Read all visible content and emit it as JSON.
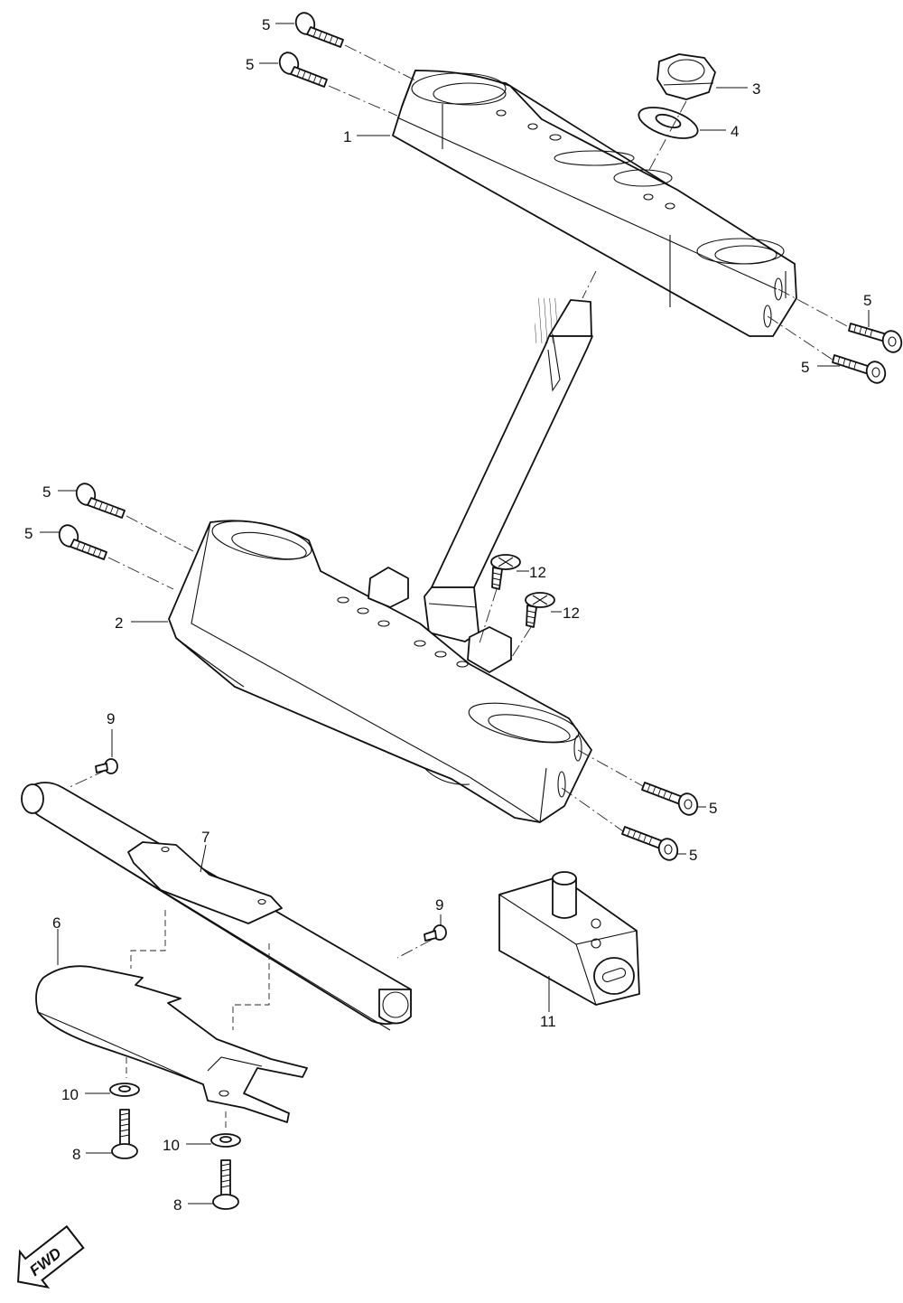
{
  "callouts": {
    "c1": "1",
    "c2": "2",
    "c3": "3",
    "c4": "4",
    "c5": "5",
    "c6": "6",
    "c7": "7",
    "c8": "8",
    "c9": "9",
    "c10": "10",
    "c11": "11",
    "c12": "12"
  },
  "badge": {
    "fwd": "FWD"
  },
  "colors": {
    "line": "#111111",
    "background": "#ffffff"
  },
  "icons": {
    "fwd": "arrow-fwd-icon"
  }
}
